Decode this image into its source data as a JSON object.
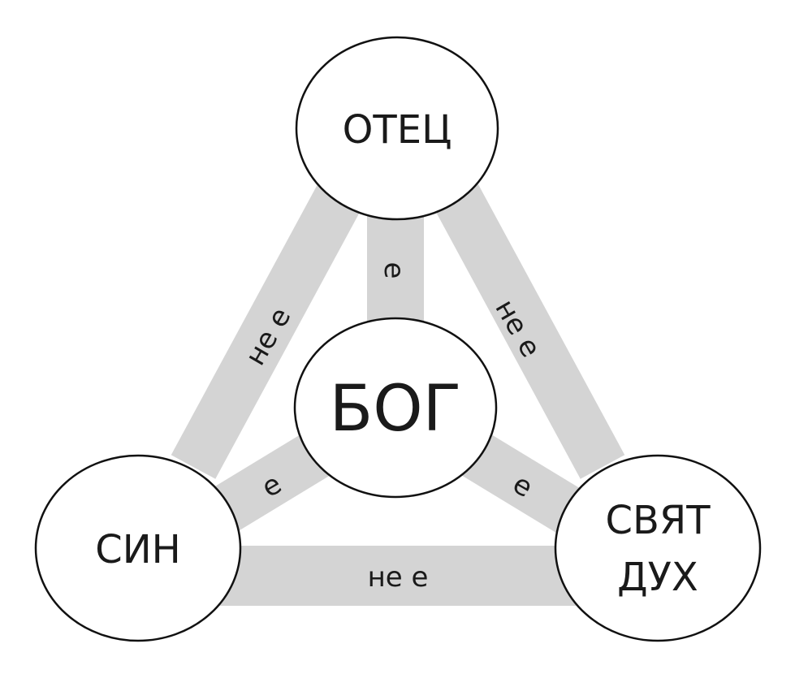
{
  "nodes": {
    "father": "ОТЕЦ",
    "god": "БОГ",
    "son": "СИН",
    "spirit_line1": "СВЯТ",
    "spirit_line2": "ДУХ"
  },
  "links": {
    "father_god": "е",
    "son_god": "е",
    "spirit_god": "е",
    "father_son": "не е",
    "father_spirit": "не е",
    "son_spirit": "не е"
  },
  "colors": {
    "band": "#d4d4d4",
    "outline": "#111111"
  }
}
